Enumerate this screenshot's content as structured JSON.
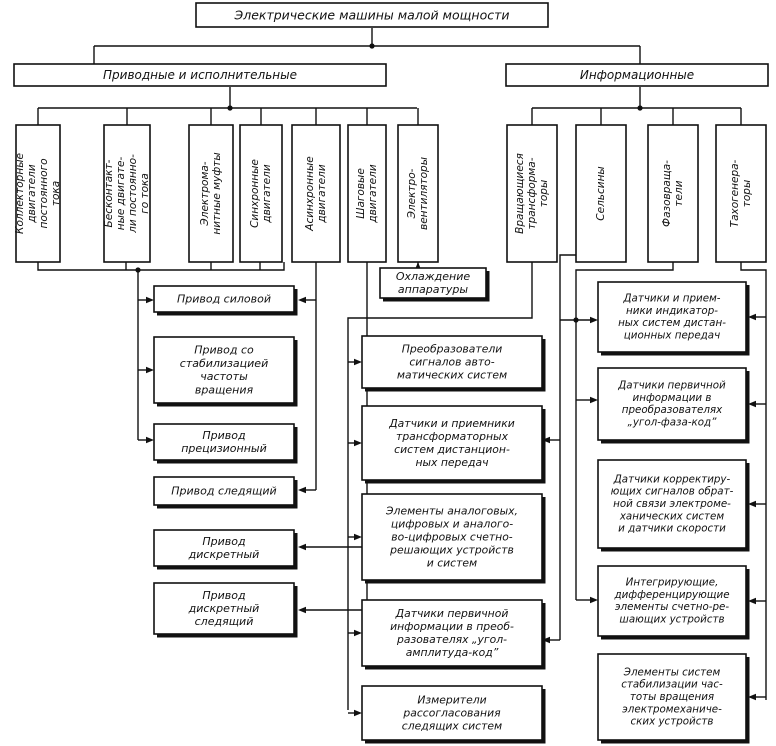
{
  "title": "Электрические машины малой мощности",
  "categories": {
    "drive": "Приводные и исполнительные",
    "info": "Информационные"
  },
  "drive_types": [
    {
      "lines": [
        "Коллекторные",
        "двигатели",
        "постоянного",
        "тока"
      ]
    },
    {
      "lines": [
        "Бесконтакт-",
        "ные двигате-",
        "ли постоянно-",
        "го тока"
      ]
    },
    {
      "lines": [
        "Электрома-",
        "нитные муфты"
      ]
    },
    {
      "lines": [
        "Синхронные",
        "двигатели"
      ]
    },
    {
      "lines": [
        "Асинхронные",
        "двигатели"
      ]
    },
    {
      "lines": [
        "Шаговые",
        "двигатели"
      ]
    },
    {
      "lines": [
        "Электро-",
        "вентиляторы"
      ]
    }
  ],
  "info_types": [
    {
      "lines": [
        "Вращающиеся",
        "трансформа-",
        "торы"
      ]
    },
    {
      "lines": [
        "Сельсины"
      ]
    },
    {
      "lines": [
        "Фазовраща-",
        "тели"
      ]
    },
    {
      "lines": [
        "Тахогенера-",
        "торы"
      ]
    }
  ],
  "cooling": {
    "lines": [
      "Охлаждение",
      "аппаратуры"
    ]
  },
  "drive_apps": [
    {
      "lines": [
        "Привод силовой"
      ]
    },
    {
      "lines": [
        "Привод со",
        "стабилизацией",
        "частоты",
        "вращения"
      ]
    },
    {
      "lines": [
        "Привод",
        "прецизионный"
      ]
    },
    {
      "lines": [
        "Привод следящий"
      ]
    },
    {
      "lines": [
        "Привод",
        "дискретный"
      ]
    },
    {
      "lines": [
        "Привод",
        "дискретный",
        "следящий"
      ]
    }
  ],
  "mid_apps": [
    {
      "lines": [
        "Преобразователи",
        "сигналов авто-",
        "матических систем"
      ]
    },
    {
      "lines": [
        "Датчики и приемники",
        "трансформаторных",
        "систем дистанцион-",
        "ных передач"
      ]
    },
    {
      "lines": [
        "Элементы аналоговых,",
        "цифровых и аналого-",
        "во-цифровых счетно-",
        "решающих устройств",
        "и систем"
      ]
    },
    {
      "lines": [
        "Датчики первичной",
        "информации в преоб-",
        "разователях „угол-",
        "амплитуда-код”"
      ]
    },
    {
      "lines": [
        "Измерители",
        "рассогласования",
        "следящих систем"
      ]
    }
  ],
  "right_apps": [
    {
      "lines": [
        "Датчики и прием-",
        "ники индикатор-",
        "ных систем дистан-",
        "ционных передач"
      ]
    },
    {
      "lines": [
        "Датчики первичной",
        "информации в",
        "преобразователях",
        "„угол-фаза-код”"
      ]
    },
    {
      "lines": [
        "Датчики корректиру-",
        "ющих сигналов обрат-",
        "ной связи электроме-",
        "ханических систем",
        "и датчики скорости"
      ]
    },
    {
      "lines": [
        "Интегрирующие,",
        "дифференцирующие",
        "элементы счетно-ре-",
        "шающих устройств"
      ]
    },
    {
      "lines": [
        "Элементы систем",
        "стабилизации час-",
        "тоты вращения",
        "электромеханиче-",
        "ских устройств"
      ]
    }
  ]
}
